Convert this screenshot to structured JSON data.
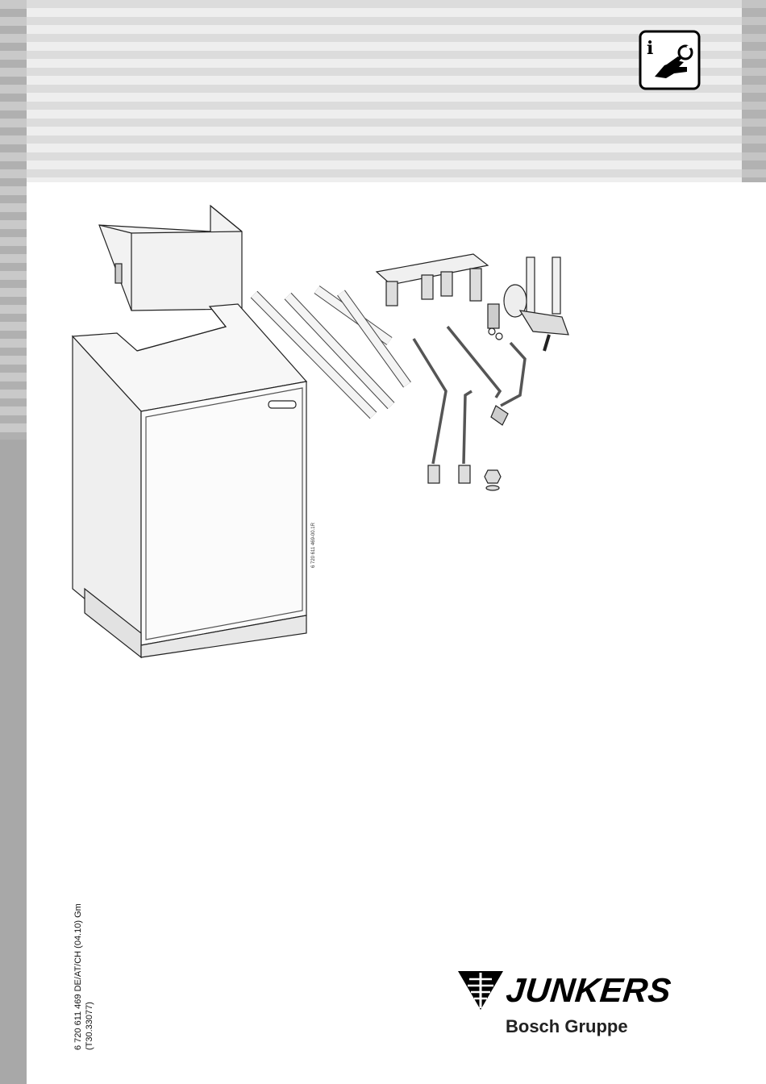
{
  "drawing": {
    "reference": "6 720 611 469-00.1R"
  },
  "document": {
    "line1": "6 720 611 469 DE/AT/CH (04.10) Gm",
    "line2": "(T30.33077)"
  },
  "brand": {
    "name": "JUNKERS",
    "group": "Bosch Gruppe"
  },
  "icons": {
    "info": "info-wrench-icon",
    "logo": "junkers-emblem-icon"
  },
  "colors": {
    "stripe_light": "#eeeeee",
    "stripe_dark": "#dcdcdc",
    "margin_gray": "#a8a8a8",
    "text": "#111111"
  }
}
